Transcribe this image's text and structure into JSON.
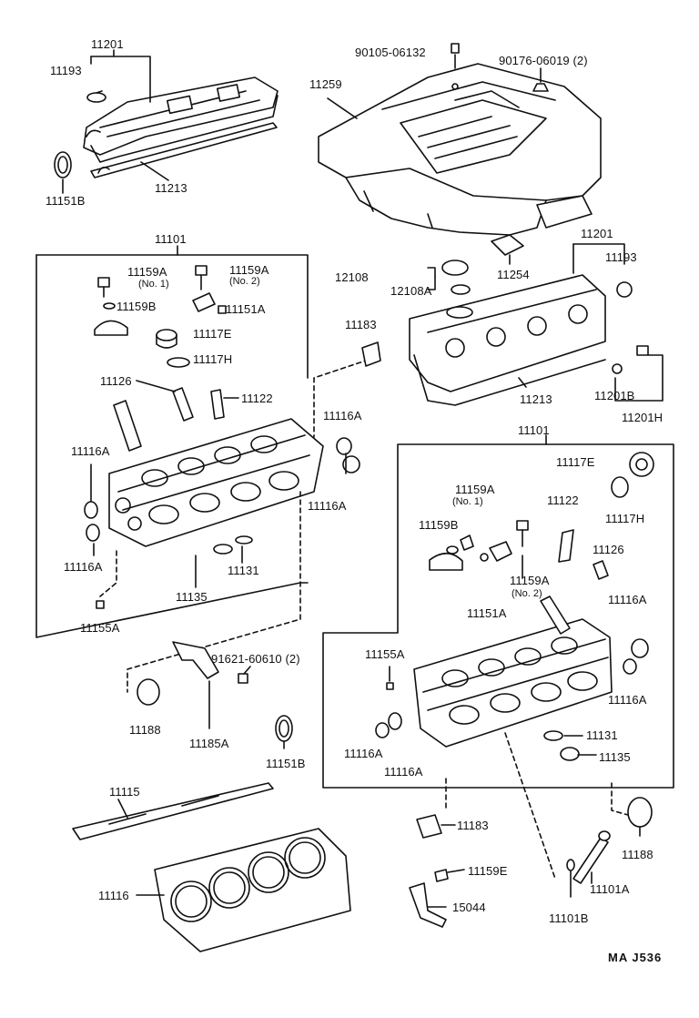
{
  "diagram": {
    "page_code": "MA  J536",
    "labels": {
      "l11201_top": "11201",
      "l11193_top": "11193",
      "l11151B_top": "11151B",
      "l11213_top": "11213",
      "l90105": "90105-06132",
      "l90176": "90176-06019 (2)",
      "l11259": "11259",
      "l11101_left": "11101",
      "l11159A_1": "11159A",
      "l11159A_1_sub": "(No. 1)",
      "l11159A_2": "11159A",
      "l11159A_2_sub": "(No. 2)",
      "l11159B_left": "11159B",
      "l11151A_left": "11151A",
      "l11117E_left": "11117E",
      "l11117H_left": "11117H",
      "l11126_left": "11126",
      "l11122_left": "11122",
      "l11116A_l1": "11116A",
      "l11116A_l2": "11116A",
      "l11116A_l3": "11116A",
      "l11116A_l4": "11116A",
      "l11135_left": "11135",
      "l11131_left": "11131",
      "l11155A_left": "11155A",
      "l11183_top": "11183",
      "l12108": "12108",
      "l12108A": "12108A",
      "l11254": "11254",
      "l11201_right": "11201",
      "l11193_right": "11193",
      "l11213_right": "11213",
      "l11201B": "11201B",
      "l11201H": "11201H",
      "l11101_right": "11101",
      "l11117E_right": "11117E",
      "l11117H_right": "11117H",
      "l11159A_r1": "11159A",
      "l11159A_r1_sub": "(No. 1)",
      "l11159B_right": "11159B",
      "l11122_right": "11122",
      "l11126_right": "11126",
      "l11159A_r2": "11159A",
      "l11159A_r2_sub": "(No. 2)",
      "l11151A_right": "11151A",
      "l11116A_r1": "11116A",
      "l11116A_r2": "11116A",
      "l11116A_r3": "11116A",
      "l11116A_r4": "11116A",
      "l11155A_right": "11155A",
      "l11131_right": "11131",
      "l11135_right": "11135",
      "l91621": "91621-60610 (2)",
      "l11188_left": "11188",
      "l11185A": "11185A",
      "l11151B_bottom": "11151B",
      "l11115": "11115",
      "l11116": "11116",
      "l11183_bottom": "11183",
      "l11159E": "11159E",
      "l15044": "15044",
      "l11101B": "11101B",
      "l11101A": "11101A",
      "l11188_right": "11188"
    }
  }
}
